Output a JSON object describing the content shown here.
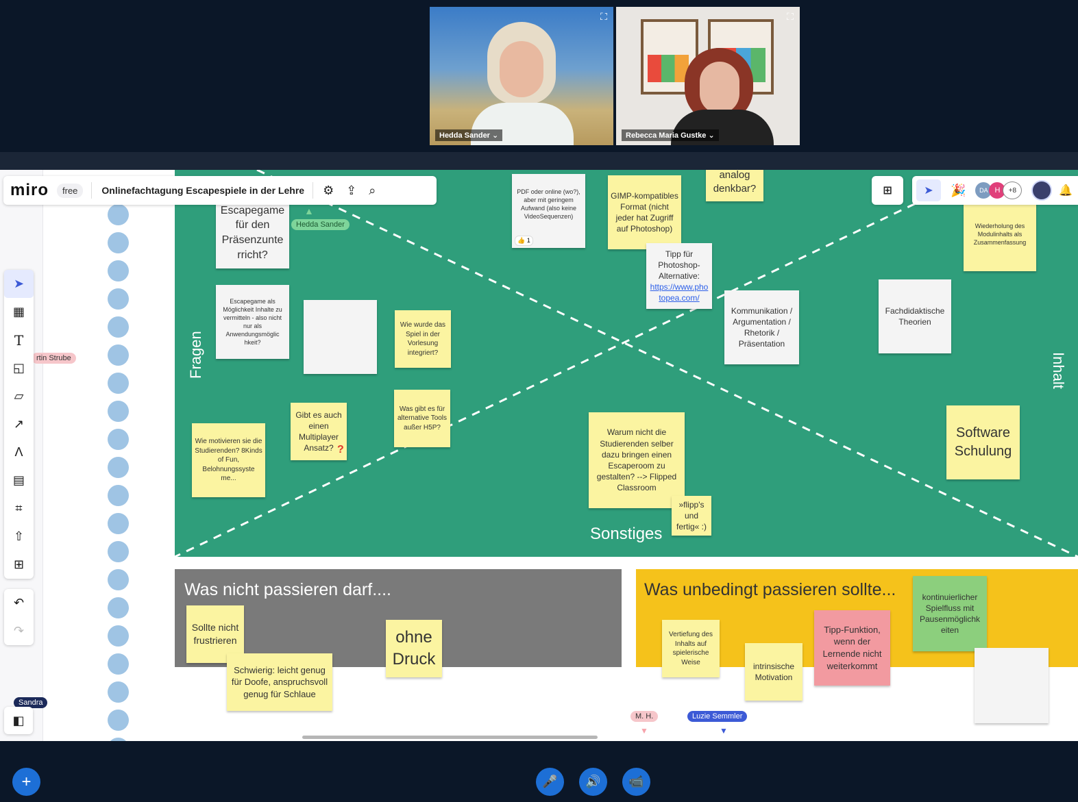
{
  "video": {
    "participants": [
      {
        "name": "Hedda Sander ⌄"
      },
      {
        "name": "Rebecca Maria Gustke ⌄"
      }
    ]
  },
  "miro": {
    "logo": "miro",
    "plan_badge": "free",
    "board_title": "Onlinefachtagung Escapespiele in der Lehre",
    "collaborator_count": "+8",
    "avatar_initials": [
      "DA",
      "H"
    ]
  },
  "board": {
    "section_labels": {
      "fragen": "Fragen",
      "inhalt": "Inhalt",
      "sonstiges": "Sonstiges"
    },
    "headings": {
      "not_happen": "Was nicht passieren darf....",
      "must_happen": "Was unbedingt passieren sollte..."
    },
    "stickies": [
      "Escapegame für den Präsenzunte rricht?",
      "Escapegame als Möglichkeit Inhalte zu vermitteln - also nicht nur als Anwendungsmöglic hkeit?",
      "Wie wurde das Spiel in der Vorlesung integriert?",
      "Was gibt es für alternative Tools außer H5P?",
      "Gibt es auch einen Multiplayer Ansatz?",
      "Wie motivieren sie die Studierenden? 8Kinds of Fun, Belohnungssyste me...",
      "PDF oder online (wo?), aber mit geringem Aufwand (also keine VideoSequenzen)",
      "GIMP-kompatibles Format (nicht jeder hat Zugriff auf Photoshop)",
      "analog denkbar?",
      "Tipp für Photoshop-Alternative:",
      "Kommunikation / Argumentation / Rhetorik / Präsentation",
      "Warum nicht die Studierenden selber dazu bringen einen Escaperoom zu gestalten? --> Flipped Classroom",
      "»flipp's und fertig« :)",
      "Fachdidaktische Theorien",
      "Wiederholung des Modulinhalts als Zusammenfassung",
      "Software Schulung",
      "Sollte nicht frustrieren",
      "Schwierig: leicht genug für Doofe, anspruchsvoll genug für Schlaue",
      "ohne Druck",
      "Vertiefung des Inhalts auf spielerische Weise",
      "intrinsische Motivation",
      "Tipp-Funktion, wenn der Lernende nicht weiterkommt",
      "kontinuierlicher Spielfluss mit Pausenmöglichk eiten"
    ],
    "link_text": "https://www.photopea.com/",
    "reaction": "👍 1",
    "question_mark": "?"
  },
  "cursors": [
    {
      "name": "Hedda Sander"
    },
    {
      "name": "rtin Strube"
    },
    {
      "name": "Sandra"
    },
    {
      "name": "M. H."
    },
    {
      "name": "Luzie Semmler"
    }
  ],
  "colors": {
    "board_green": "#2f9e7b",
    "section_gray": "#7a7a7a",
    "section_yellow": "#f5c21b",
    "sticky_yellow": "#fbf4a1",
    "call_blue": "#1d6fd6",
    "background": "#0b1728"
  }
}
